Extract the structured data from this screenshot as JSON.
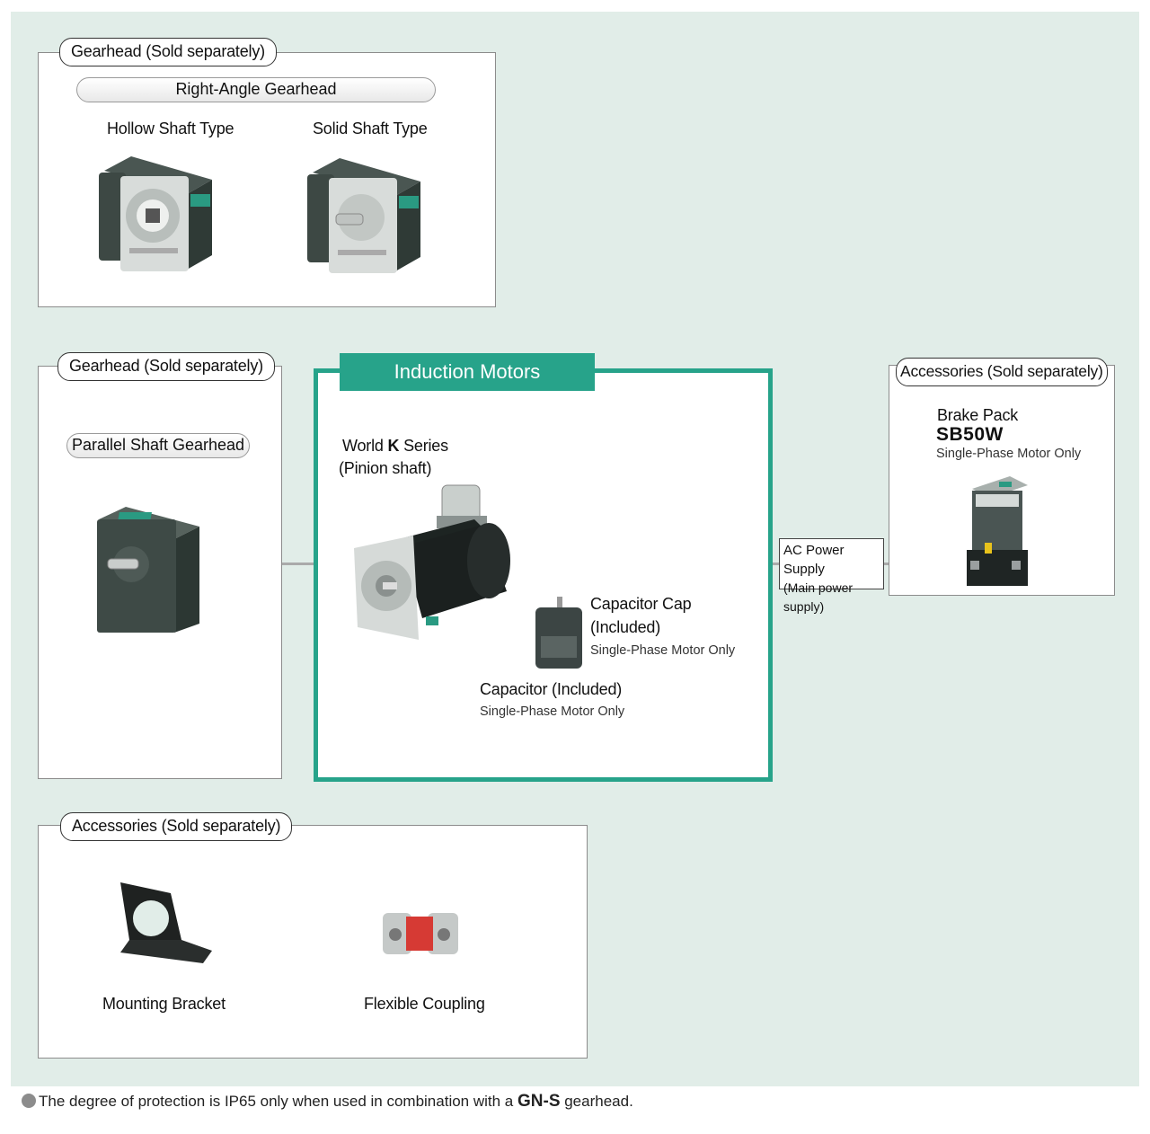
{
  "gearhead_top": {
    "tab": "Gearhead (Sold separately)",
    "pill": "Right-Angle Gearhead",
    "hollow": "Hollow Shaft Type",
    "solid": "Solid Shaft Type"
  },
  "gearhead_left": {
    "tab": "Gearhead (Sold separately)",
    "pill": "Parallel Shaft Gearhead"
  },
  "motors": {
    "header": "Induction Motors",
    "series_prefix": "World ",
    "series_k": "K",
    "series_suffix": " Series",
    "shaft": "(Pinion shaft)",
    "cap_cap_1": "Capacitor Cap",
    "cap_cap_2": "(Included)",
    "cap_cap_note": "Single-Phase Motor Only",
    "capacitor": "Capacitor (Included)",
    "capacitor_note": "Single-Phase Motor Only"
  },
  "ac_power": {
    "line1": "AC Power Supply",
    "line2": "(Main power supply)"
  },
  "accessories_right": {
    "tab": "Accessories (Sold separately)",
    "title": "Brake Pack",
    "model": "SB50W",
    "note": "Single-Phase Motor Only"
  },
  "accessories_bottom": {
    "tab": "Accessories (Sold separately)",
    "bracket": "Mounting Bracket",
    "coupling": "Flexible Coupling"
  },
  "footer": {
    "text_1": "The degree of protection is IP65 only when used in combination with a ",
    "model": "GN-S",
    "text_2": " gearhead."
  },
  "colors": {
    "accent": "#27a38a",
    "background": "#e1ede8"
  }
}
